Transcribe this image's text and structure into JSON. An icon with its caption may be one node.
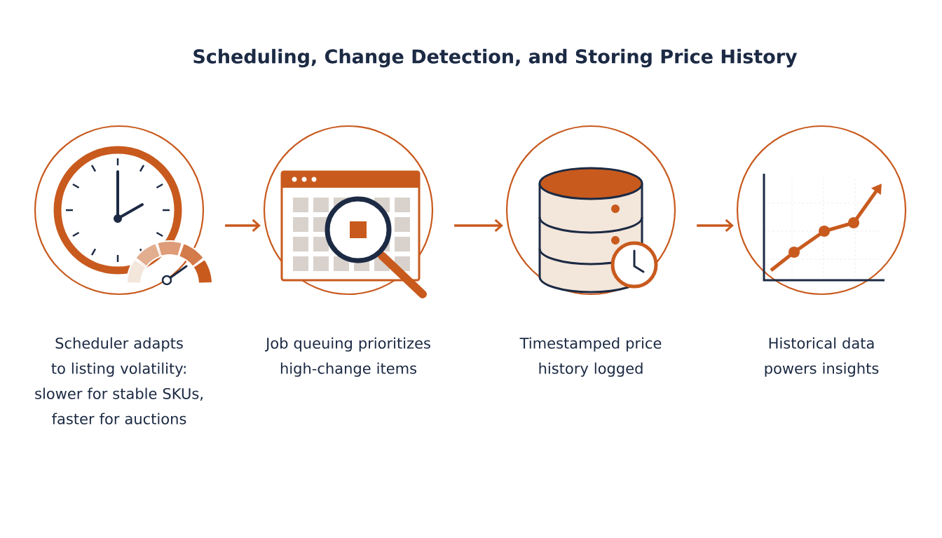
{
  "diagram": {
    "title": "Scheduling, Change Detection, and Storing Price History",
    "nodes": [
      {
        "text": [
          "Scheduler adapts to listing volatility: slower for stable SKUs, faster for auctions"
        ]
      },
      {
        "text": [
          "Job queuing prioritizes high-change items"
        ]
      },
      {
        "text": [
          "Timestamped price history logged"
        ]
      },
      {
        "text": [
          "Historical data powers insights"
        ]
      }
    ],
    "edges": [
      {
        "from": 0,
        "to": 1,
        "arrow": "to"
      },
      {
        "from": 1,
        "to": 2,
        "arrow": "to"
      },
      {
        "from": 2,
        "to": 3,
        "arrow": "to"
      }
    ]
  }
}
